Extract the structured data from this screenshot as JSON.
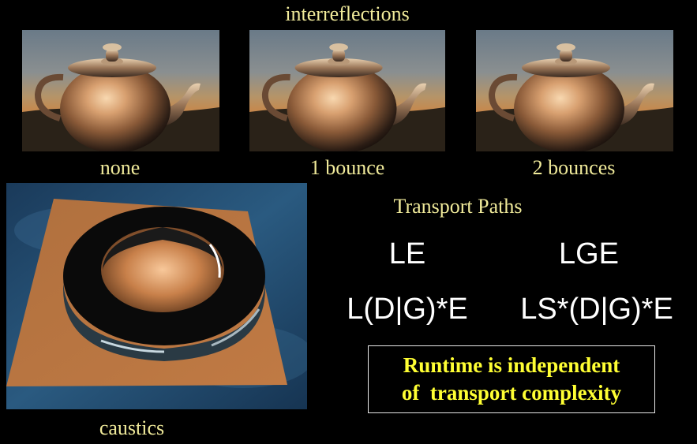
{
  "header": {
    "title": "interreflections"
  },
  "teapots": [
    {
      "label": "none"
    },
    {
      "label": "1 bounce"
    },
    {
      "label": "2 bounces"
    }
  ],
  "caustics": {
    "label": "caustics"
  },
  "transport": {
    "title": "Transport Paths",
    "paths": [
      "LE",
      "LGE",
      "L(D|G)*E",
      "LS*(D|G)*E"
    ]
  },
  "note": {
    "line1": "Runtime is independent",
    "line2": "of  transport complexity"
  }
}
